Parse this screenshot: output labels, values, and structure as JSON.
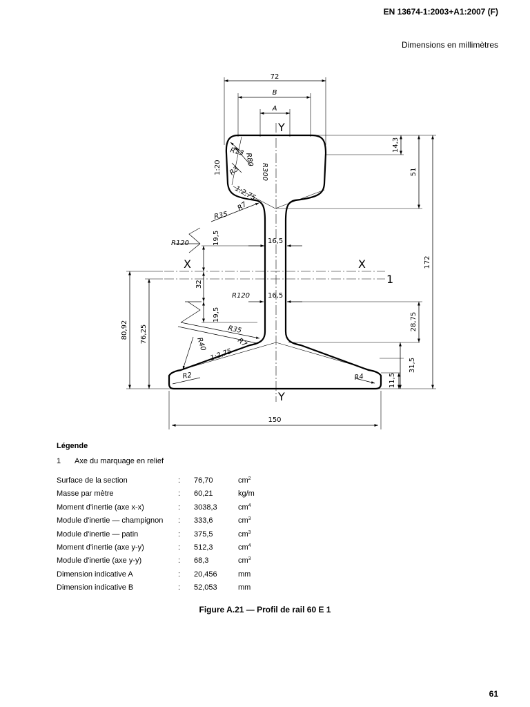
{
  "header": {
    "standard": "EN 13674-1:2003+A1:2007 (F)",
    "units_note": "Dimensions en millimètres"
  },
  "drawing": {
    "dim_72": "72",
    "dim_B": "B",
    "dim_A": "A",
    "axis_Y": "Y",
    "axis_X": "X",
    "marker_1": "1",
    "R13": "R13",
    "R80": "R80",
    "R300": "R300",
    "R3": "R3",
    "slope_1_20": "1:20",
    "slope_1_275_top": "1:2,75",
    "R7_top": "R7",
    "R35_top": "R35",
    "R120_top": "R120",
    "dim_19_5_top": "19,5",
    "dim_16_5_top": "16,5",
    "dim_32": "32",
    "R120_mid": "R120",
    "dim_16_5_bot": "16,5",
    "dim_19_5_bot": "19,5",
    "R35_bot": "R35",
    "R7_bot": "R7",
    "R40": "R40",
    "slope_1_275_bot": "1:2,75",
    "R2": "R2",
    "R4": "R4",
    "dim_80_92": "80,92",
    "dim_76_25": "76,25",
    "dim_14_3": "14,3",
    "dim_51": "51",
    "dim_172": "172",
    "dim_28_75": "28,75",
    "dim_31_5": "31,5",
    "dim_11_5": "11,5",
    "dim_150": "150"
  },
  "legend": {
    "title": "Légende",
    "items": [
      {
        "number": "1",
        "text": "Axe du marquage en relief"
      }
    ]
  },
  "properties": [
    {
      "label": "Surface de la section",
      "colon": ":",
      "value": "76,70",
      "unit": "cm",
      "exp": "2"
    },
    {
      "label": "Masse par mètre",
      "colon": ":",
      "value": "60,21",
      "unit": "kg/m",
      "exp": ""
    },
    {
      "label": "Moment d'inertie (axe x-x)",
      "colon": ":",
      "value": "3038,3",
      "unit": "cm",
      "exp": "4"
    },
    {
      "label": "Module d'inertie — champignon",
      "colon": ":",
      "value": "333,6",
      "unit": "cm",
      "exp": "3"
    },
    {
      "label": "Module d'inertie — patin",
      "colon": ":",
      "value": "375,5",
      "unit": "cm",
      "exp": "3"
    },
    {
      "label": "Moment d'inertie (axe y-y)",
      "colon": ":",
      "value": "512,3",
      "unit": "cm",
      "exp": "4"
    },
    {
      "label": "Module d'inertie (axe y-y)",
      "colon": ":",
      "value": "68,3",
      "unit": "cm",
      "exp": "3"
    },
    {
      "label": "Dimension indicative A",
      "colon": ":",
      "value": "20,456",
      "unit": "mm",
      "exp": ""
    },
    {
      "label": "Dimension indicative B",
      "colon": ":",
      "value": "52,053",
      "unit": "mm",
      "exp": ""
    }
  ],
  "caption": "Figure A.21 — Profil de rail 60 E 1",
  "page_number": "61"
}
